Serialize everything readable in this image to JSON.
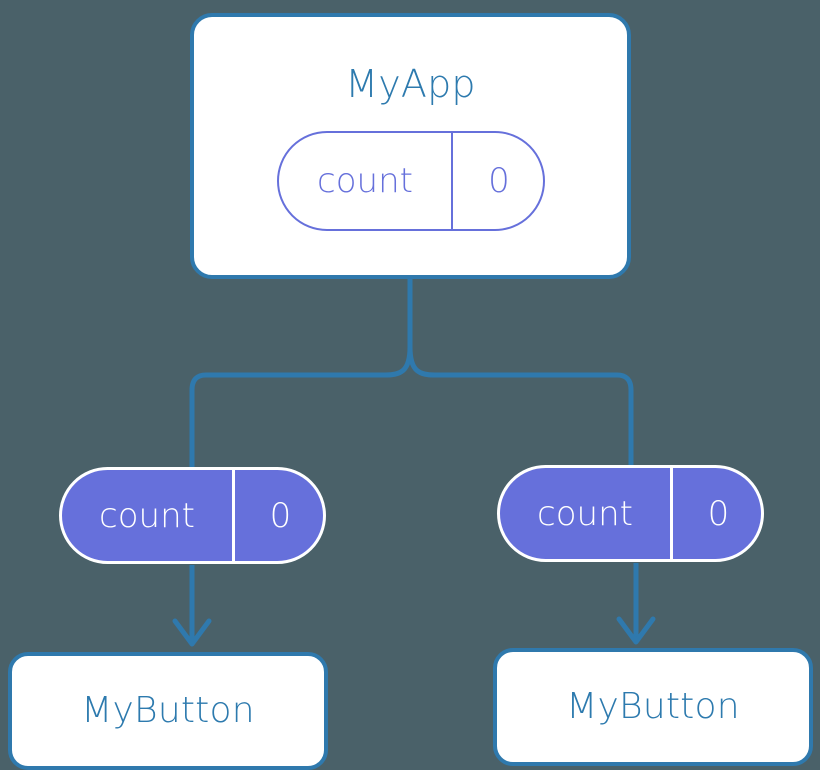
{
  "diagram": {
    "type": "component-state-tree",
    "background_color": "#4a6169",
    "accent_blue": "#2f79ad",
    "accent_purple": "#6670db",
    "root": {
      "label": "MyApp",
      "state": {
        "key": "count",
        "value": "0"
      }
    },
    "children": [
      {
        "state": {
          "key": "count",
          "value": "0"
        },
        "label": "MyButton"
      },
      {
        "state": {
          "key": "count",
          "value": "0"
        },
        "label": "MyButton"
      }
    ]
  }
}
